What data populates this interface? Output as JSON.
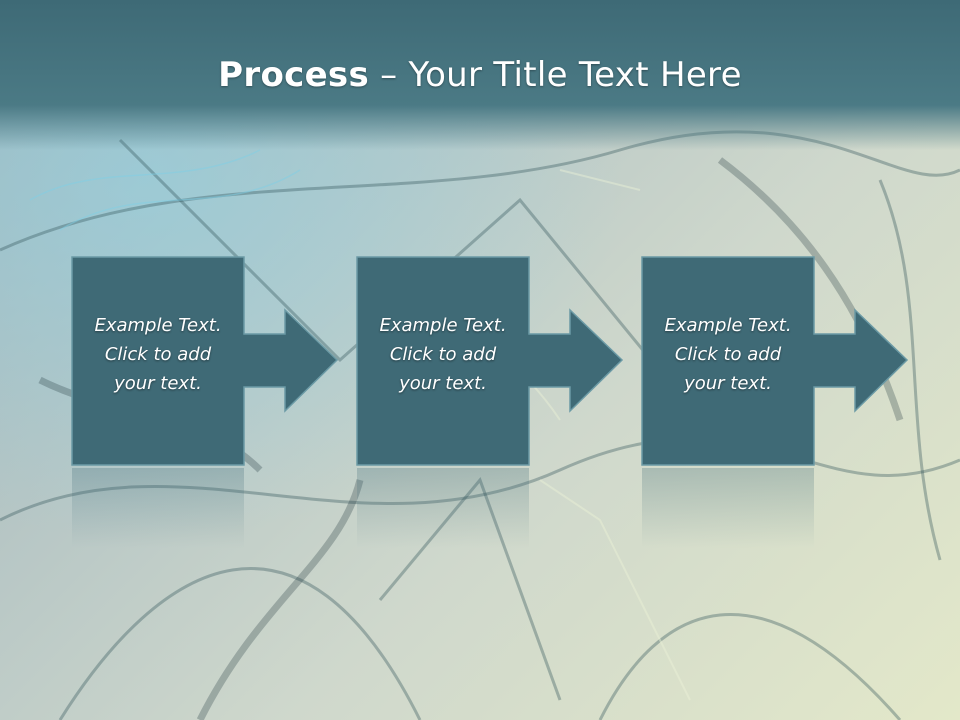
{
  "title": {
    "bold": "Process",
    "rest": " – Your Title Text Here"
  },
  "steps": [
    {
      "line1": "Example Text.",
      "line2": "Click  to add",
      "line3": "your text."
    },
    {
      "line1": "Example Text.",
      "line2": "Click  to add",
      "line3": "your text."
    },
    {
      "line1": "Example Text.",
      "line2": "Click  to add",
      "line3": "your text."
    }
  ],
  "colors": {
    "title_bar": "#3e6a76",
    "box_fill": "#3f6a76",
    "box_stroke": "#6b9aa5",
    "title_text": "#ffffff"
  }
}
